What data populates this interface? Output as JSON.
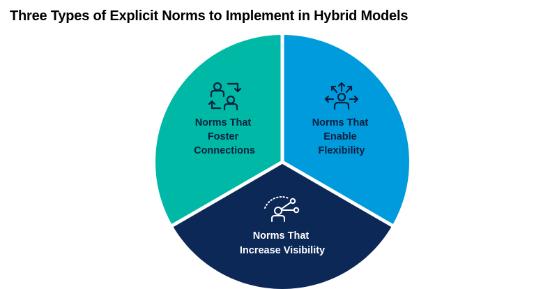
{
  "title": "Three Types of Explicit Norms to Implement in Hybrid Models",
  "segments": [
    {
      "name": "foster-connections",
      "lines": [
        "Norms That",
        "Foster",
        "Connections"
      ],
      "color": "#00b8a6",
      "text_color": "#0b1f3f",
      "icon": "people-exchange-icon"
    },
    {
      "name": "enable-flexibility",
      "lines": [
        "Norms That",
        "Enable",
        "Flexibility"
      ],
      "color": "#009bdc",
      "text_color": "#0b1f3f",
      "icon": "person-arrows-outward-icon"
    },
    {
      "name": "increase-visibility",
      "lines": [
        "Norms That",
        "Increase Visibility"
      ],
      "color": "#0b2857",
      "text_color": "#ffffff",
      "icon": "person-network-icon"
    }
  ]
}
